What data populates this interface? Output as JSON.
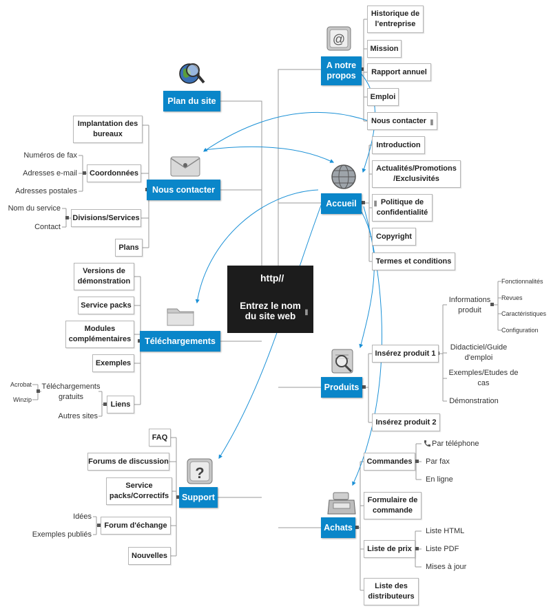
{
  "center": {
    "title": "Entrez le nom\ndu site web",
    "http_label": "http//"
  },
  "left": {
    "plan_du_site": {
      "label": "Plan du site"
    },
    "nous_contacter": {
      "label": "Nous contacter",
      "implantation": "Implantation des\nbureaux",
      "coordonnees": "Coordonnées",
      "coordonnees_items": [
        "Numéros de fax",
        "Adresses e-mail",
        "Adresses postales"
      ],
      "divisions": "Divisions/Services",
      "divisions_items": [
        "Nom du service",
        "Contact"
      ],
      "plans": "Plans"
    },
    "telechargements": {
      "label": "Téléchargements",
      "versions": "Versions de\ndémonstration",
      "service_packs": "Service packs",
      "modules": "Modules\ncomplémentaires",
      "exemples": "Exemples",
      "liens": "Liens",
      "telechargements_gratuits": "Téléchargements\ngratuits",
      "tg_items": [
        "Acrobat",
        "Winzip"
      ],
      "autres_sites": "Autres sites"
    },
    "support": {
      "label": "Support",
      "faq": "FAQ",
      "forums": "Forums de discussion",
      "service_packs": "Service\npacks/Correctifs",
      "forum_echange": "Forum d'échange",
      "forum_items": [
        "Idées",
        "Exemples publiés"
      ],
      "nouvelles": "Nouvelles"
    }
  },
  "right": {
    "a_notre_propos": {
      "label": "A notre\npropos",
      "items": [
        "Historique de\nl'entreprise",
        "Mission",
        "Rapport annuel",
        "Emploi",
        "Nous contacter"
      ]
    },
    "accueil": {
      "label": "Accueil",
      "items": [
        "Introduction",
        "Actualités/Promotions\n/Exclusivités",
        "Politique de\nconfidentialité",
        "Copyright",
        "Termes et conditions"
      ]
    },
    "produits": {
      "label": "Produits",
      "produit1": "Insérez produit 1",
      "produit2": "Insérez produit 2",
      "p1_items": [
        "Informations\nproduit",
        "Didacticiel/Guide\nd'emploi",
        "Exemples/Etudes de\ncas",
        "Démonstration"
      ],
      "info_items": [
        "Fonctionnalités",
        "Revues",
        "Caractéristiques",
        "Configuration"
      ]
    },
    "achats": {
      "label": "Achats",
      "commandes": "Commandes",
      "commandes_items": [
        "Par téléphone",
        "Par fax",
        "En ligne"
      ],
      "formulaire": "Formulaire de\ncommande",
      "liste_prix": "Liste de prix",
      "prix_items": [
        "Liste HTML",
        "Liste PDF",
        "Mises à jour"
      ],
      "distributeurs": "Liste des\ndistributeurs"
    }
  },
  "colors": {
    "main": "#0a86c9",
    "connector": "#1a90d6",
    "line": "#9a9a9a",
    "center": "#1c1c1c"
  }
}
